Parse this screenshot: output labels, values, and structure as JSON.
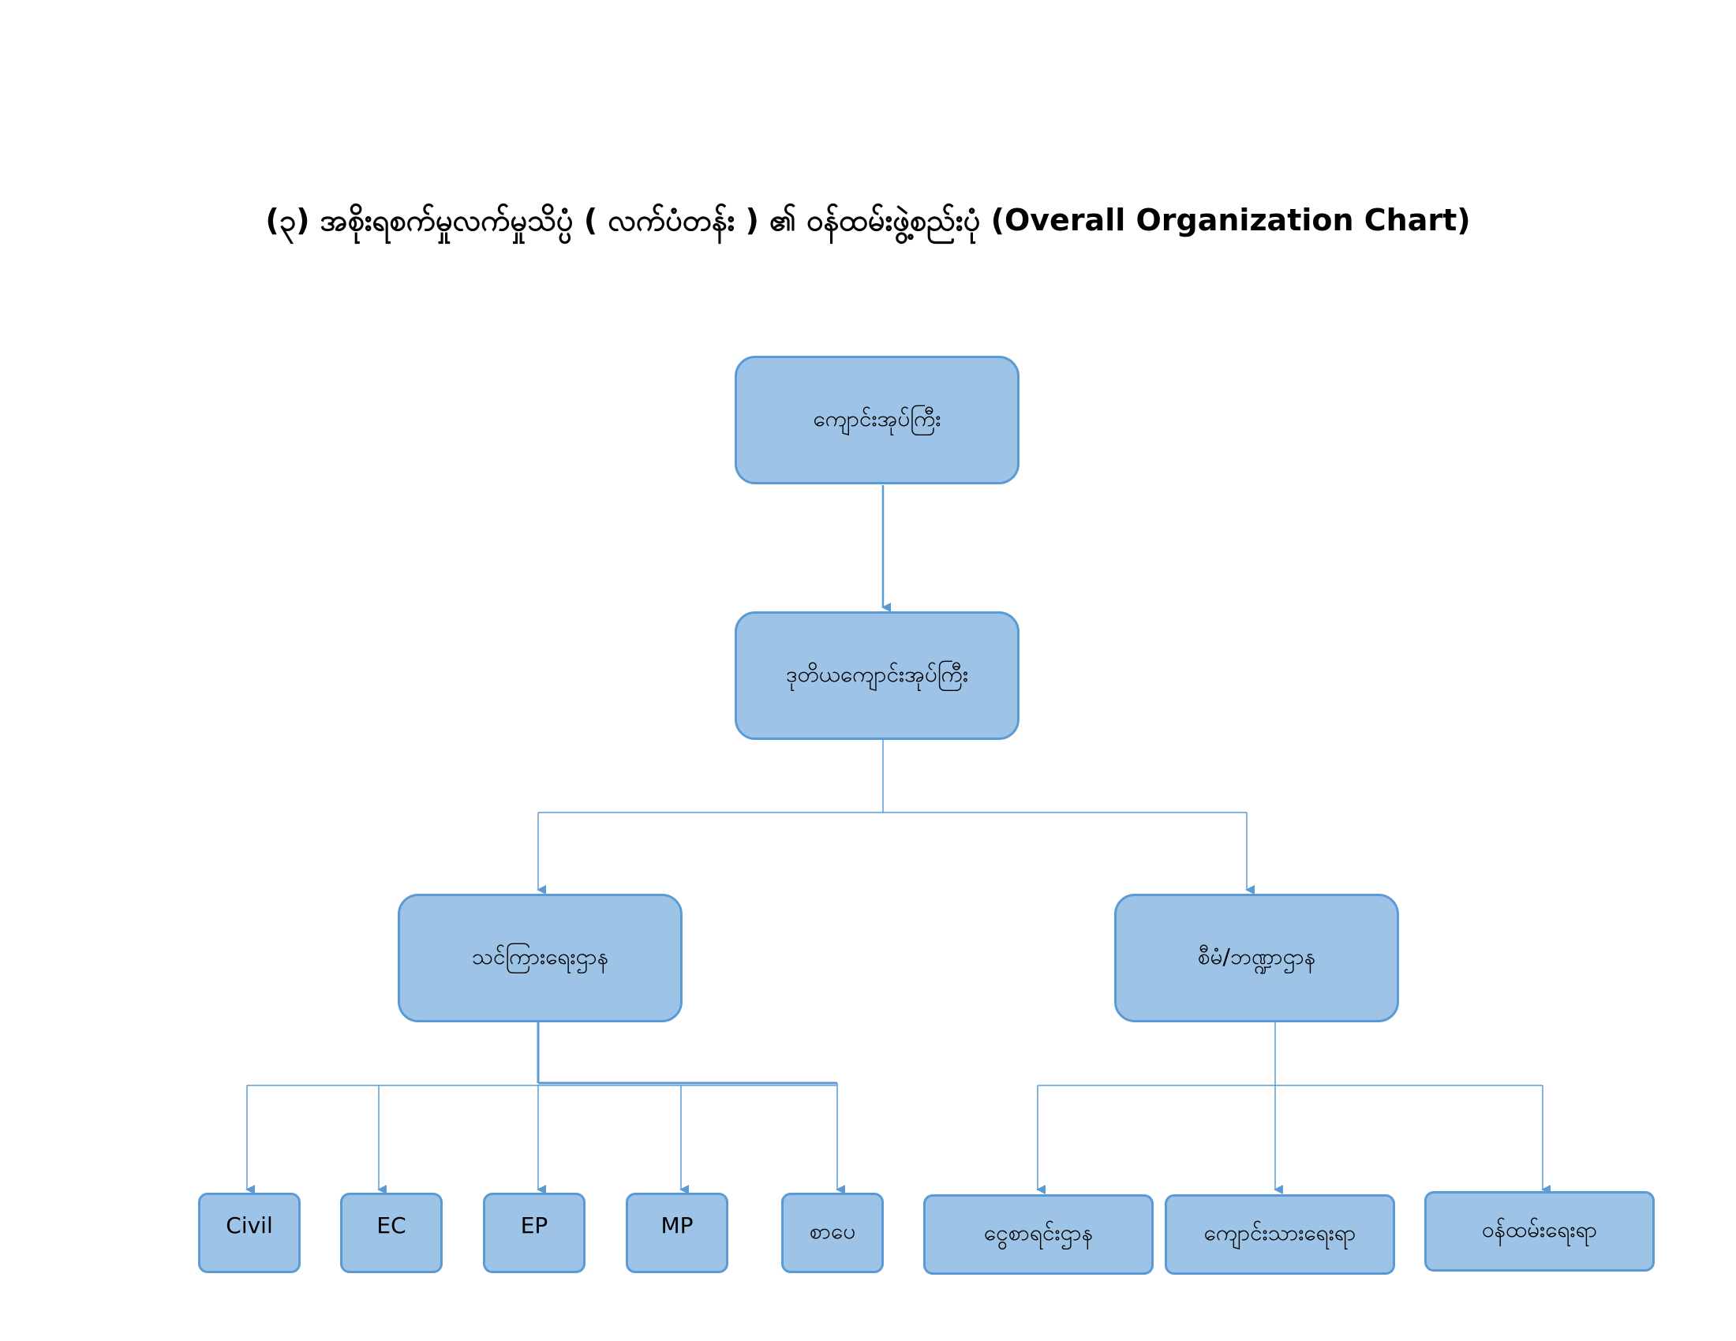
{
  "title": "(၃) အစိုးရစက်မှုလက်မှုသိပ္ပံ ( လက်ပံတန်း ) ၏ ဝန်ထမ်းဖွဲ့စည်းပုံ (Overall Organization Chart)",
  "colors": {
    "node_fill": "#9dc3e6",
    "node_border": "#5b9bd5",
    "connector": "#5b9bd5"
  },
  "nodes": {
    "principal": "ကျောင်းအုပ်ကြီး",
    "vice_principal": "ဒုတိယကျောင်းအုပ်ကြီး",
    "academic_dept": "သင်ကြားရေးဌာန",
    "admin_finance_dept": "စီမံ/ဘဏ္ဍာဌာန",
    "civil": "Civil",
    "ec": "EC",
    "ep": "EP",
    "mp": "MP",
    "general": "စာပေ",
    "accounts": "ငွေစာရင်းဌာန",
    "student_affairs": "ကျောင်းသားရေးရာ",
    "staff_affairs": "ဝန်ထမ်းရေးရာ"
  },
  "hierarchy": [
    {
      "parent": "principal",
      "children": [
        "vice_principal"
      ]
    },
    {
      "parent": "vice_principal",
      "children": [
        "academic_dept",
        "admin_finance_dept"
      ]
    },
    {
      "parent": "academic_dept",
      "children": [
        "civil",
        "ec",
        "ep",
        "mp",
        "general"
      ]
    },
    {
      "parent": "admin_finance_dept",
      "children": [
        "accounts",
        "student_affairs",
        "staff_affairs"
      ]
    }
  ]
}
